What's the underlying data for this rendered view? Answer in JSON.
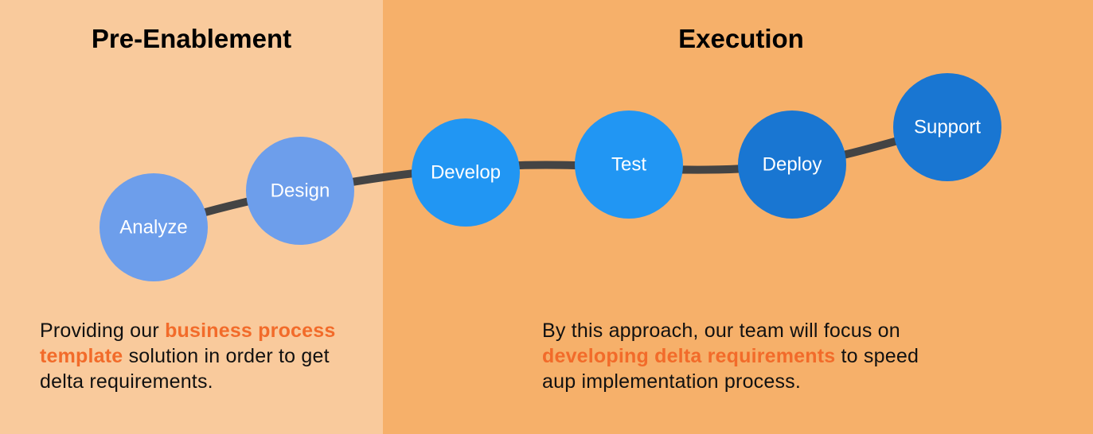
{
  "phases": {
    "pre_enablement": {
      "title": "Pre-Enablement"
    },
    "execution": {
      "title": "Execution"
    }
  },
  "steps": [
    {
      "label": "Analyze",
      "color": "#6D9EEB"
    },
    {
      "label": "Design",
      "color": "#6D9EEB"
    },
    {
      "label": "Develop",
      "color": "#2196F3"
    },
    {
      "label": "Test",
      "color": "#2196F3"
    },
    {
      "label": "Deploy",
      "color": "#1976D2"
    },
    {
      "label": "Support",
      "color": "#1976D2"
    }
  ],
  "left_text": {
    "before": "Providing our ",
    "highlight": "business process template",
    "after": " solution in order to get delta requirements."
  },
  "right_text": {
    "before": "By this approach, our team will focus on ",
    "highlight": "developing delta requirements",
    "after": " to speed aup implementation process."
  },
  "colors": {
    "left_bg": "#F9CA9C",
    "right_bg": "#F6B06A",
    "highlight": "#F26B2A",
    "path": "#444444"
  }
}
